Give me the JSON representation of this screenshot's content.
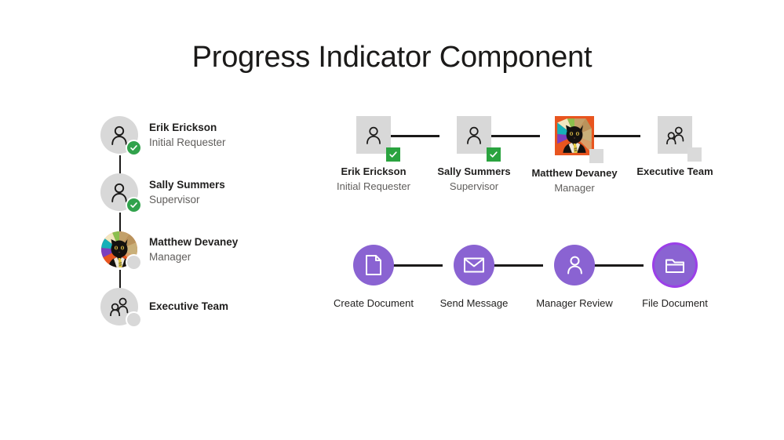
{
  "page": {
    "title": "Progress Indicator Component",
    "background": "#ffffff"
  },
  "colors": {
    "accent_purple": "#8a63d2",
    "selected_ring_purple": "#9b3fe8",
    "complete_green_circle": "#31a24c",
    "complete_green_square": "#2aa33f",
    "inactive_gray": "#d8d8d8",
    "avatar_gray": "#d8d8d8",
    "line_black": "#1b1a19",
    "text_primary": "#201f1e",
    "text_secondary": "#605e5c",
    "cat_frame_orange": "#e8551f"
  },
  "vertical_progress": {
    "name": "vertical-people-progress",
    "orientation": "vertical",
    "steps": [
      {
        "name": "Erik Erickson",
        "role": "Initial Requester",
        "avatar_type": "person-icon",
        "status": "complete",
        "badge_icon": "check-icon"
      },
      {
        "name": "Sally Summers",
        "role": "Supervisor",
        "avatar_type": "person-icon",
        "status": "complete",
        "badge_icon": "check-icon"
      },
      {
        "name": "Matthew Devaney",
        "role": "Manager",
        "avatar_type": "photo",
        "status": "pending",
        "badge_icon": "blank-icon"
      },
      {
        "name": "Executive Team",
        "role": "",
        "avatar_type": "group-icon",
        "status": "pending",
        "badge_icon": "blank-icon"
      }
    ]
  },
  "horizontal_progress": {
    "name": "horizontal-people-progress",
    "orientation": "horizontal",
    "steps": [
      {
        "name": "Erik Erickson",
        "role": "Initial Requester",
        "avatar_type": "person-icon",
        "status": "complete",
        "badge_icon": "check-icon"
      },
      {
        "name": "Sally Summers",
        "role": "Supervisor",
        "avatar_type": "person-icon",
        "status": "complete",
        "badge_icon": "check-icon"
      },
      {
        "name": "Matthew Devaney",
        "role": "Manager",
        "avatar_type": "photo",
        "status": "pending",
        "badge_icon": "blank-icon"
      },
      {
        "name": "Executive Team",
        "role": "",
        "avatar_type": "group-icon",
        "status": "pending",
        "badge_icon": "blank-icon"
      }
    ]
  },
  "task_progress": {
    "name": "horizontal-task-progress",
    "orientation": "horizontal",
    "steps": [
      {
        "label": "Create Document",
        "icon": "document-icon",
        "selected": false
      },
      {
        "label": "Send Message",
        "icon": "envelope-icon",
        "selected": false
      },
      {
        "label": "Manager Review",
        "icon": "person-icon",
        "selected": false
      },
      {
        "label": "File Document",
        "icon": "folder-icon",
        "selected": true
      }
    ]
  }
}
